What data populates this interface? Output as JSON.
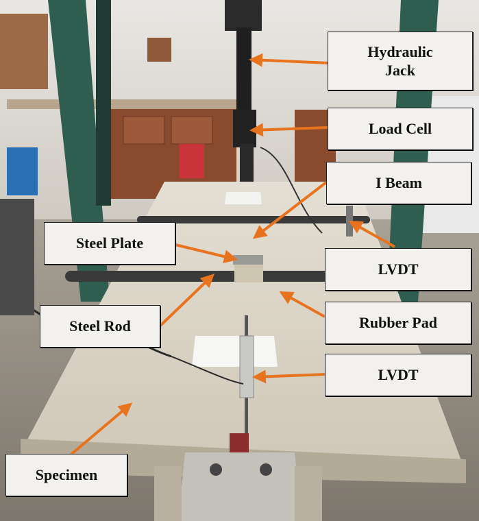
{
  "labels": {
    "hydraulic_jack": "Hydraulic\nJack",
    "load_cell": "Load Cell",
    "i_beam": "I Beam",
    "steel_plate": "Steel Plate",
    "lvdt_top": "LVDT",
    "steel_rod": "Steel Rod",
    "rubber_pad": "Rubber Pad",
    "lvdt_bottom": "LVDT",
    "specimen": "Specimen"
  },
  "colors": {
    "arrow": "#e8731f",
    "frame": "#2f5d50",
    "slab": "#dcd6ca"
  }
}
